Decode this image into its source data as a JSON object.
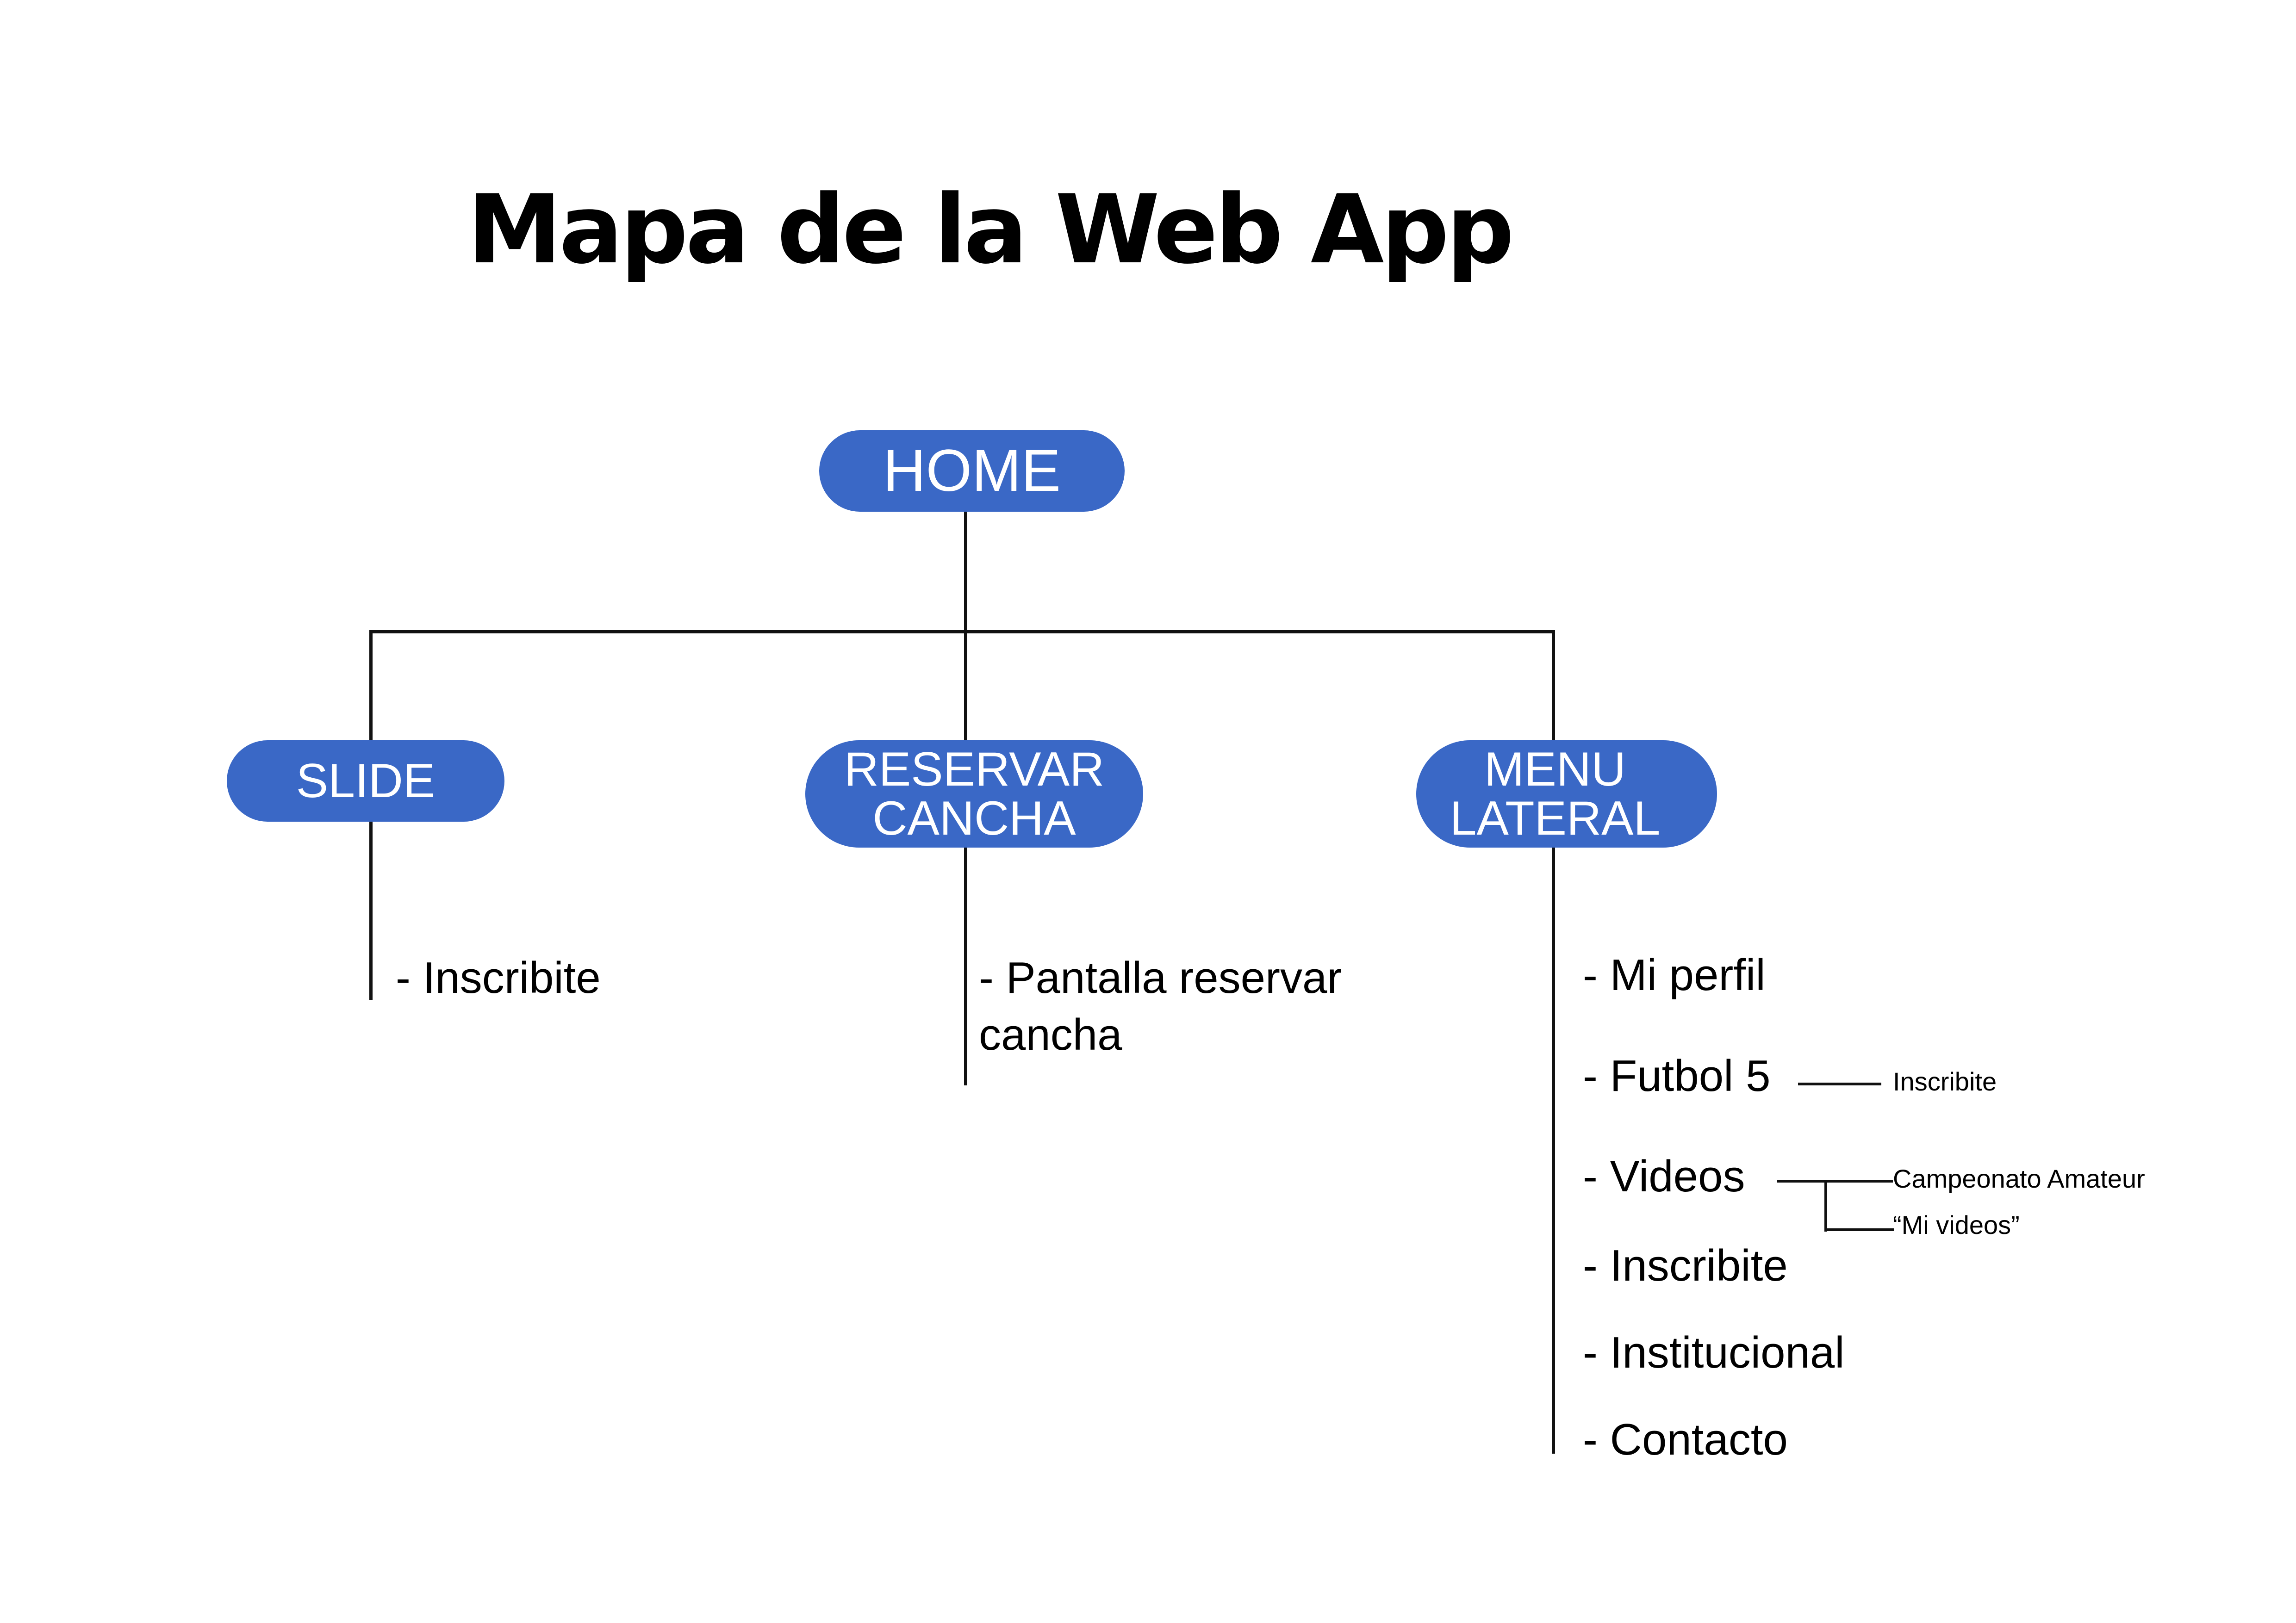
{
  "page": {
    "title": "Mapa de la Web App",
    "background_color": "#ffffff",
    "node_color": "#3a68c6",
    "node_text_color": "#ffffff",
    "line_color": "#111111"
  },
  "tree": {
    "root": {
      "label": "HOME"
    },
    "children": [
      {
        "label": "SLIDE",
        "leaf_text": "- Inscribite"
      },
      {
        "label": "RESERVAR\nCANCHA",
        "leaf_text": "- Pantalla reservar\n  cancha"
      },
      {
        "label": "MENU\nLATERAL",
        "items": [
          {
            "label": "- Mi perfil",
            "subitems": []
          },
          {
            "label": "- Futbol 5",
            "subitems": [
              "Inscribite"
            ]
          },
          {
            "label": "- Videos",
            "subitems": [
              "Campeonato Amateur",
              "“Mi videos”"
            ]
          },
          {
            "label": "- Inscribite",
            "subitems": []
          },
          {
            "label": "- Institucional",
            "subitems": []
          },
          {
            "label": "- Contacto",
            "subitems": []
          }
        ]
      }
    ]
  },
  "subitems_flat": {
    "futbol5_inscribite": "Inscribite",
    "videos_campeonato": "Campeonato Amateur",
    "videos_mivideos": "“Mi videos”"
  }
}
